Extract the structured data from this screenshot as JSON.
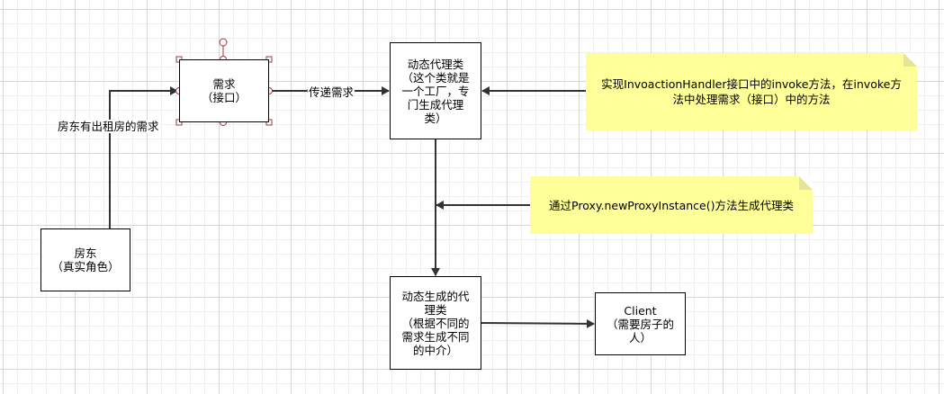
{
  "nodes": {
    "demand": {
      "line1": "需求",
      "line2": "（接口）"
    },
    "dynamic_proxy_class": {
      "line1": "动态代理类",
      "line2": "（这个类就是",
      "line3": "一个工厂，专",
      "line4": "门生成代理",
      "line5": "类）"
    },
    "landlord": {
      "line1": "房东",
      "line2": "（真实角色）"
    },
    "generated_proxy": {
      "line1": "动态生成的代",
      "line2": "理类",
      "line3": "（根据不同的",
      "line4": "需求生成不同",
      "line5": "的中介）"
    },
    "client": {
      "line1": "Client",
      "line2": "（需要房子的",
      "line3": "人）"
    }
  },
  "notes": {
    "invocation_handler": {
      "line1": "实现InvoactionHandler接口中的invoke方法，在invoke方",
      "line2": "法中处理需求（接口）中的方法"
    },
    "proxy_instance": {
      "line1": "通过Proxy.newProxyInstance()方法生成代理类"
    }
  },
  "edges": {
    "landlord_to_demand": "房东有出租房的需求",
    "demand_to_proxy": "传递需求"
  },
  "colors": {
    "note_fill": "#ffff99",
    "line": "#333333",
    "handle_stroke": "#9b3b3b"
  }
}
